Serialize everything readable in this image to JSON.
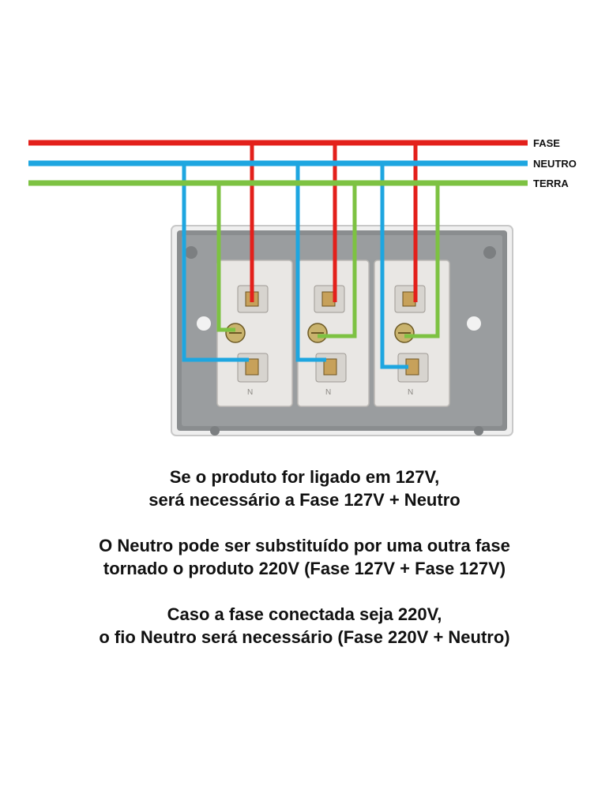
{
  "wires": {
    "fase": {
      "label": "FASE",
      "color": "#e3201b"
    },
    "neutro": {
      "label": "NEUTRO",
      "color": "#1ea6e0"
    },
    "terra": {
      "label": "TERRA",
      "color": "#7dc242"
    }
  },
  "outlets": [
    {
      "name": "outlet-left",
      "bottom_mark": "N"
    },
    {
      "name": "outlet-middle",
      "bottom_mark": "N"
    },
    {
      "name": "outlet-right",
      "bottom_mark": "N"
    }
  ],
  "notes": [
    {
      "line1": "Se o produto for ligado em 127V,",
      "line2": "será necessário a Fase 127V + Neutro"
    },
    {
      "line1": "O Neutro pode ser substituído por uma outra fase",
      "line2": "tornado o produto 220V (Fase 127V + Fase 127V)"
    },
    {
      "line1": "Caso a fase conectada seja 220V,",
      "line2": "o fio Neutro será necessário (Fase 220V + Neutro)"
    }
  ]
}
